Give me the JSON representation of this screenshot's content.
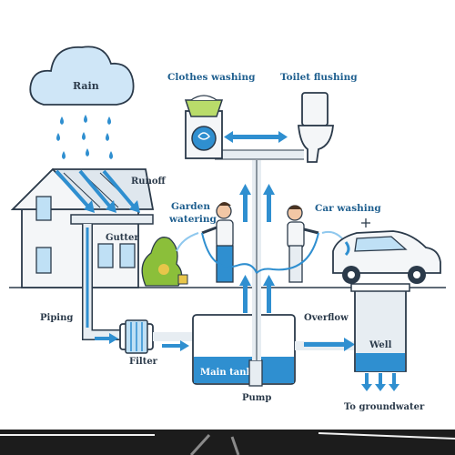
{
  "labels": {
    "rain": "Rain",
    "clothes_washing": "Clothes washing",
    "toilet_flushing": "Toilet flushing",
    "runoff": "Runoff",
    "garden_watering_1": "Garden",
    "garden_watering_2": "watering",
    "car_washing": "Car washing",
    "gutter": "Gutter",
    "piping": "Piping",
    "filter": "Filter",
    "main_tank": "Main tank",
    "overflow": "Overflow",
    "well": "Well",
    "pump": "Pump",
    "to_groundwater": "To groundwater"
  },
  "colors": {
    "water": "#2f8fd0",
    "water_light": "#8fc8ee",
    "outline": "#2b3a4a",
    "pipe": "#e7edf2",
    "label": "#1f5f8f",
    "cloud": "#cfe6f7",
    "road": "#1c1c1c",
    "road_line": "#f2f2f2"
  },
  "icons": [
    "rain-cloud-icon",
    "house-icon",
    "washing-machine-icon",
    "toilet-icon",
    "car-icon",
    "gardener-person-icon",
    "car-washer-person-icon",
    "filter-icon",
    "tank-icon",
    "well-icon",
    "bush-icon"
  ]
}
